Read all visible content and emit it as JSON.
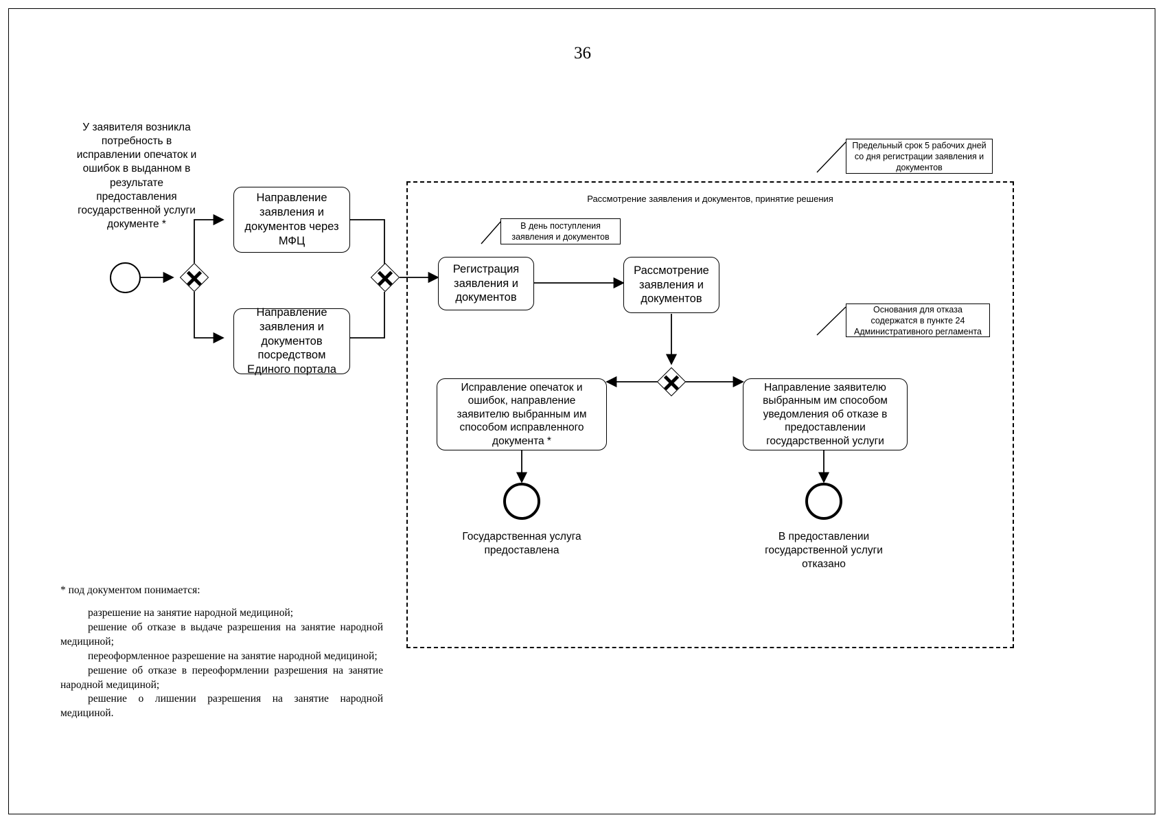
{
  "page": {
    "number": "36"
  },
  "start_event": {
    "label": "У заявителя возникла потребность в исправлении опечаток и ошибок в выданном в результате предоставления государственной услуги документе *"
  },
  "pool": {
    "label": "Рассмотрение заявления и документов, принятие решения"
  },
  "tasks": {
    "mfc": "Направление заявления и документов  через МФЦ",
    "portal": "Направление заявления и документов посредством Единого портала",
    "registration": "Регистрация заявления и документов",
    "review": "Рассмотрение заявления и документов",
    "correction": "Исправление опечаток и ошибок, направление заявителю выбранным им способом исправленного документа *",
    "refusal": "Направление заявителю выбранным им способом уведомления об отказе в предоставлении государственной услуги"
  },
  "annotations": {
    "deadline": "Предельный срок 5 рабочих дней со дня регистрации заявления и документов",
    "same_day": "В день поступления заявления и документов",
    "refusal_grounds": "Основания для отказа содержатся в пункте 24 Административного регламента"
  },
  "end_events": {
    "service_provided": "Государственная услуга предоставлена",
    "service_refused": "В предоставлении государственной услуги отказано"
  },
  "footnote": {
    "heading": "* под документом понимается:",
    "items": [
      "разрешение на занятие народной медициной;",
      "решение об отказе в выдаче разрешения на занятие народной медициной;",
      "переоформленное разрешение на занятие народной медициной;",
      "решение об отказе в переоформлении разрешения на занятие народной медициной;",
      "решение о лишении разрешения на занятие народной медициной."
    ]
  },
  "colors": {
    "stroke": "#000000",
    "background": "#ffffff"
  }
}
